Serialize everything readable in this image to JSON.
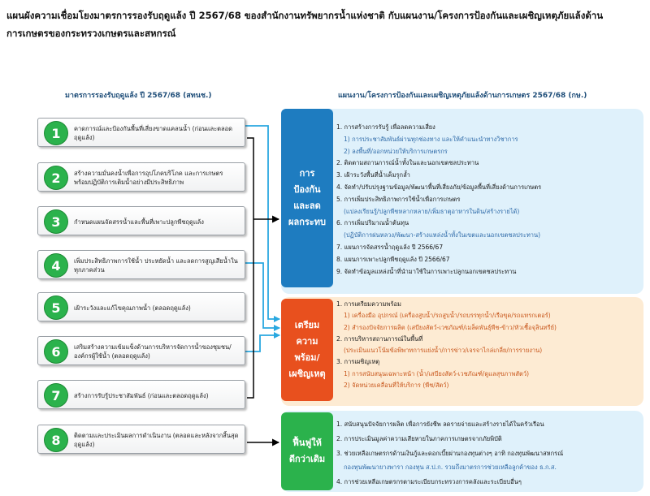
{
  "title": "แผนผังความเชื่อมโยงมาตรการรองรับฤดูแล้ง ปี 2567/68 ของสำนักงานทรัพยากรน้ำแห่งชาติ กับแผนงาน/โครงการป้องกันและเผชิญเหตุภัยแล้งด้านการเกษตรของกระทรวงเกษตรและสหกรณ์",
  "left_header": "มาตรการรองรับฤดูแล้ง ปี 2567/68 (สทนช.)",
  "right_header": "แผนงาน/โครงการป้องกันและเผชิญเหตุภัยแล้งด้านการเกษตร 2567/68 (กษ.)",
  "measures": [
    {
      "num": "1",
      "text": "คาดการณ์และป้องกันพื้นที่เสี่ยงขาดแคลนน้ำ (ก่อนและตลอดฤดูแล้ง)"
    },
    {
      "num": "2",
      "text": "สร้างความมั่นคงน้ำเพื่อการอุปโภคบริโภค และการเกษตร พร้อมปฏิบัติการเติมน้ำอย่างมีประสิทธิภาพ"
    },
    {
      "num": "3",
      "text": "กำหนดแผนจัดสรรน้ำและพื้นที่เพาะปลูกพืชฤดูแล้ง"
    },
    {
      "num": "4",
      "text": "เพิ่มประสิทธิภาพการใช้น้ำ ประหยัดน้ำ และลดการสูญเสียน้ำในทุกภาคส่วน"
    },
    {
      "num": "5",
      "text": "เฝ้าระวังและแก้ไขคุณภาพน้ำ (ตลอดฤดูแล้ง)"
    },
    {
      "num": "6",
      "text": "เสริมสร้างความเข้มแข็งด้านการบริหารจัดการน้ำของชุมชน/องค์กรผู้ใช้น้ำ (ตลอดฤดูแล้ง)"
    },
    {
      "num": "7",
      "text": "สร้างการรับรู้ประชาสัมพันธ์ (ก่อนและตลอดฤดูแล้ง)"
    },
    {
      "num": "8",
      "text": "ติดตามและประเมินผลการดำเนินงาน (ตลอดและหลังจากสิ้นสุดฤดูแล้ง)"
    }
  ],
  "phases": {
    "prevent": "การ\nป้องกัน\nและลด\nผลกระทบ",
    "prepare": "เตรียม\nความ\nพร้อม/\nเผชิญเหตุ",
    "recover": "ฟื้นฟูให้\nดีกว่าเดิม"
  },
  "prevent_items": [
    {
      "text": "1. การสร้างการรับรู้ เพื่อลดความเสี่ยง",
      "sub": false
    },
    {
      "text": "1) การประชาสัมพันธ์ผ่านทุกช่องทาง และให้คำแนะนำทางวิชาการ",
      "sub": true
    },
    {
      "text": "2) ลงพื้นที่/ออกหน่วยให้บริการเกษตรกร",
      "sub": true
    },
    {
      "text": "2. ติดตามสถานการณ์น้ำทั้งในและนอกเขตชลประทาน",
      "sub": false
    },
    {
      "text": "3. เฝ้าระวังพื้นที่น้ำเค็มรุกล้ำ",
      "sub": false
    },
    {
      "text": "4. จัดทำ/ปรับปรุงฐานข้อมูล/พัฒนาพื้นที่เสี่ยงภัย/ข้อมูลพื้นที่เสี่ยงด้านการเกษตร",
      "sub": false
    },
    {
      "text": "5. การเพิ่มประสิทธิภาพการใช้น้ำเพื่อการเกษตร",
      "sub": false
    },
    {
      "text": "(แปลงเรียนรู้/ปลูกพืชหลากหลาย/เพิ่มธาตุอาหารในดิน/สร้างรายได้)",
      "sub": true
    },
    {
      "text": "6. การเพิ่มปริมาณน้ำต้นทุน",
      "sub": false
    },
    {
      "text": "(ปฏิบัติการฝนหลวง/พัฒนา-สร้างแหล่งน้ำทั้งในเขตและนอกเขตชลประทาน)",
      "sub": true
    },
    {
      "text": "7. แผนการจัดสรรน้ำฤดูแล้ง ปี 2566/67",
      "sub": false
    },
    {
      "text": "8. แผนการเพาะปลูกพืชฤดูแล้ง ปี 2566/67",
      "sub": false
    },
    {
      "text": "9. จัดทำข้อมูลแหล่งน้ำที่นำมาใช้ในการเพาะปลูกนอกเขตชลประทาน",
      "sub": false
    }
  ],
  "prepare_items": [
    {
      "text": "1. การเตรียมความพร้อม",
      "sub": false
    },
    {
      "text": "1) เครื่องมือ อุปกรณ์ (เครื่องสูบน้ำ/รถสูบน้ำ/รถบรรทุกน้ำ/เรือขุด/รถแทรกเตอร์)",
      "sub": true
    },
    {
      "text": "2) สำรองปัจจัยการผลิต (เสบียงสัตว์-เวชภัณฑ์/เมล็ดพันธุ์พืช-ข้าว/หัวเชื้อจุลินทรีย์)",
      "sub": true
    },
    {
      "text": "2. การบริหารสถานการณ์ในพื้นที่",
      "sub": false
    },
    {
      "text": "(ประเมินแนวโน้มข้อพิพาทการแย่งน้ำ/การข่าว/เจรจาไกล่เกลี่ย/การรายงาน)",
      "sub": true
    },
    {
      "text": "3. การเผชิญเหตุ",
      "sub": false
    },
    {
      "text": "1) การสนับสนุนเฉพาะหน้า (น้ำ/เสบียงสัตว์-เวชภัณฑ์/ดูแลสุขภาพสัตว์)",
      "sub": true
    },
    {
      "text": "2) จัดหน่วยเคลื่อนที่ให้บริการ (พืช/สัตว์)",
      "sub": true
    }
  ],
  "recover_items": [
    {
      "text": "1. สนับสนุนปัจจัยการผลิต เพื่อการยังชีพ ลดรายจ่ายและสร้างรายได้ในครัวเรือน",
      "sub": false
    },
    {
      "text": "2. การประเมินมูลค่าความเสียหายในภาคการเกษตรจากภัยพิบัติ",
      "sub": false
    },
    {
      "text": "3. ช่วยเหลือเกษตรกรด้านเงินกู้และดอกเบี้ยผ่านกองทุนต่างๆ อาทิ กองทุนพัฒนาสหกรณ์",
      "sub": false
    },
    {
      "text": "กองทุนพัฒนายางพารา กองทุน ส.ป.ก. รวมถึงมาตรการช่วยเหลือลูกค้าของ ธ.ก.ส.",
      "sub": true
    },
    {
      "text": "4. การช่วยเหลือเกษตรกรตามระเบียบกระทรวงการคลังและระเบียบอื่นๆ",
      "sub": false
    }
  ],
  "colors": {
    "prevent": "#1e7cc0",
    "prepare": "#e8501e",
    "recover": "#2bb24c",
    "connector": "#29a8e0",
    "arrow": "#000000"
  }
}
